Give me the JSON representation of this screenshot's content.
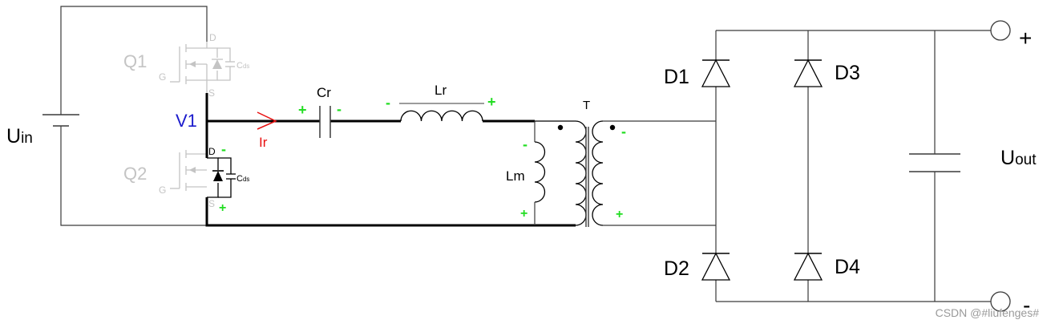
{
  "colors": {
    "wire": "#3a3a3a",
    "bold_wire": "#000000",
    "inactive_switch": "#c4c4c4",
    "polarity_mark": "#22dd22",
    "node_label": "#1a1acc",
    "current_label": "#e81010"
  },
  "labels": {
    "uin_main": "U",
    "uin_sub": "in",
    "uout_main": "U",
    "uout_sub": "out",
    "out_plus": "+",
    "out_minus": "-",
    "q1": "Q1",
    "q2": "Q2",
    "gate": "G",
    "drain": "D",
    "source": "S",
    "cds_main": "C",
    "cds_sub": "ds",
    "v1": "V1",
    "ir": "Ir",
    "cr": "Cr",
    "lr": "Lr",
    "lm": "Lm",
    "t": "T",
    "d1": "D1",
    "d2": "D2",
    "d3": "D3",
    "d4": "D4",
    "plus": "+",
    "minus": "-",
    "watermark": "CSDN @#liufenges#"
  }
}
